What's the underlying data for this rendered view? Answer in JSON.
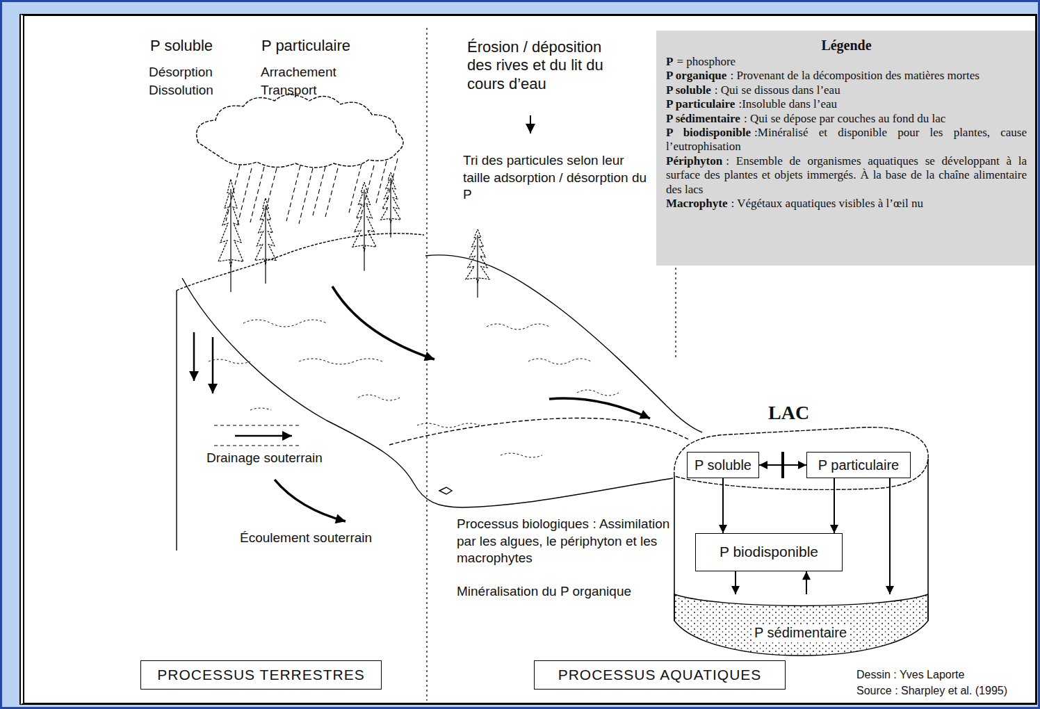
{
  "diagram": {
    "nodes": [
      {
        "text": [
          "Légende",
          "P",
          "= phosphore",
          "P organique",
          ": Provenant de la décomposition des matières mortes",
          "P soluble",
          ": Qui se dissous dans l’eau",
          "P particulaire",
          ":Insoluble dans l’eau",
          "P sédimentaire",
          ": Qui se dépose par couches au fond du lac",
          "P biodisponible",
          ":Minéralisé et disponible pour les plantes, cause l’eutrophisation",
          "Périphyton",
          ": Ensemble de organismes aquatiques se développant à la surface des plantes et objets immergés. À la base de la chaîne alimentaire des lacs",
          "Macrophyte",
          ": Végétaux aquatiques visibles à l’œil nu"
        ]
      },
      {
        "text": [
          "LAC"
        ]
      },
      {
        "text": [
          "P soluble"
        ],
        "in": 1
      },
      {
        "text": [
          "P particulaire"
        ],
        "in": 1
      },
      {
        "text": [
          "P biodisponible"
        ],
        "in": 1
      },
      {
        "text": [
          "P sédimentaire"
        ],
        "in": 1
      },
      {
        "text": [
          "PROCESSUS TERRESTRES"
        ]
      },
      {
        "text": [
          "PROCESSUS AQUATIQUES"
        ]
      }
    ],
    "edges": [
      {
        "from": 2,
        "to": 3,
        "arrow": "both"
      },
      {
        "from": 2,
        "to": 4,
        "arrow": "to"
      },
      {
        "from": 3,
        "to": 4,
        "arrow": "to"
      },
      {
        "from": 4,
        "to": 5,
        "arrow": "to"
      },
      {
        "from": 3,
        "to": 5,
        "arrow": "to"
      },
      {
        "from": 5,
        "to": 4,
        "arrow": "to"
      }
    ],
    "labels": [
      "P soluble",
      "P particulaire",
      "Désorption",
      "Dissolution",
      "Arrachement",
      "Transport",
      "Érosion / déposition des rives et du lit du cours d’eau",
      "Tri des particules selon leur taille adsorption / désorption du P",
      "Drainage souterrain",
      "Écoulement souterrain",
      "Processus biologiques : Assimilation par les algues, le périphyton et les macrophytes",
      "Minéralisation du P organique",
      "Dessin : Yves Laporte",
      "Source : Sharpley et al. (1995)"
    ]
  }
}
